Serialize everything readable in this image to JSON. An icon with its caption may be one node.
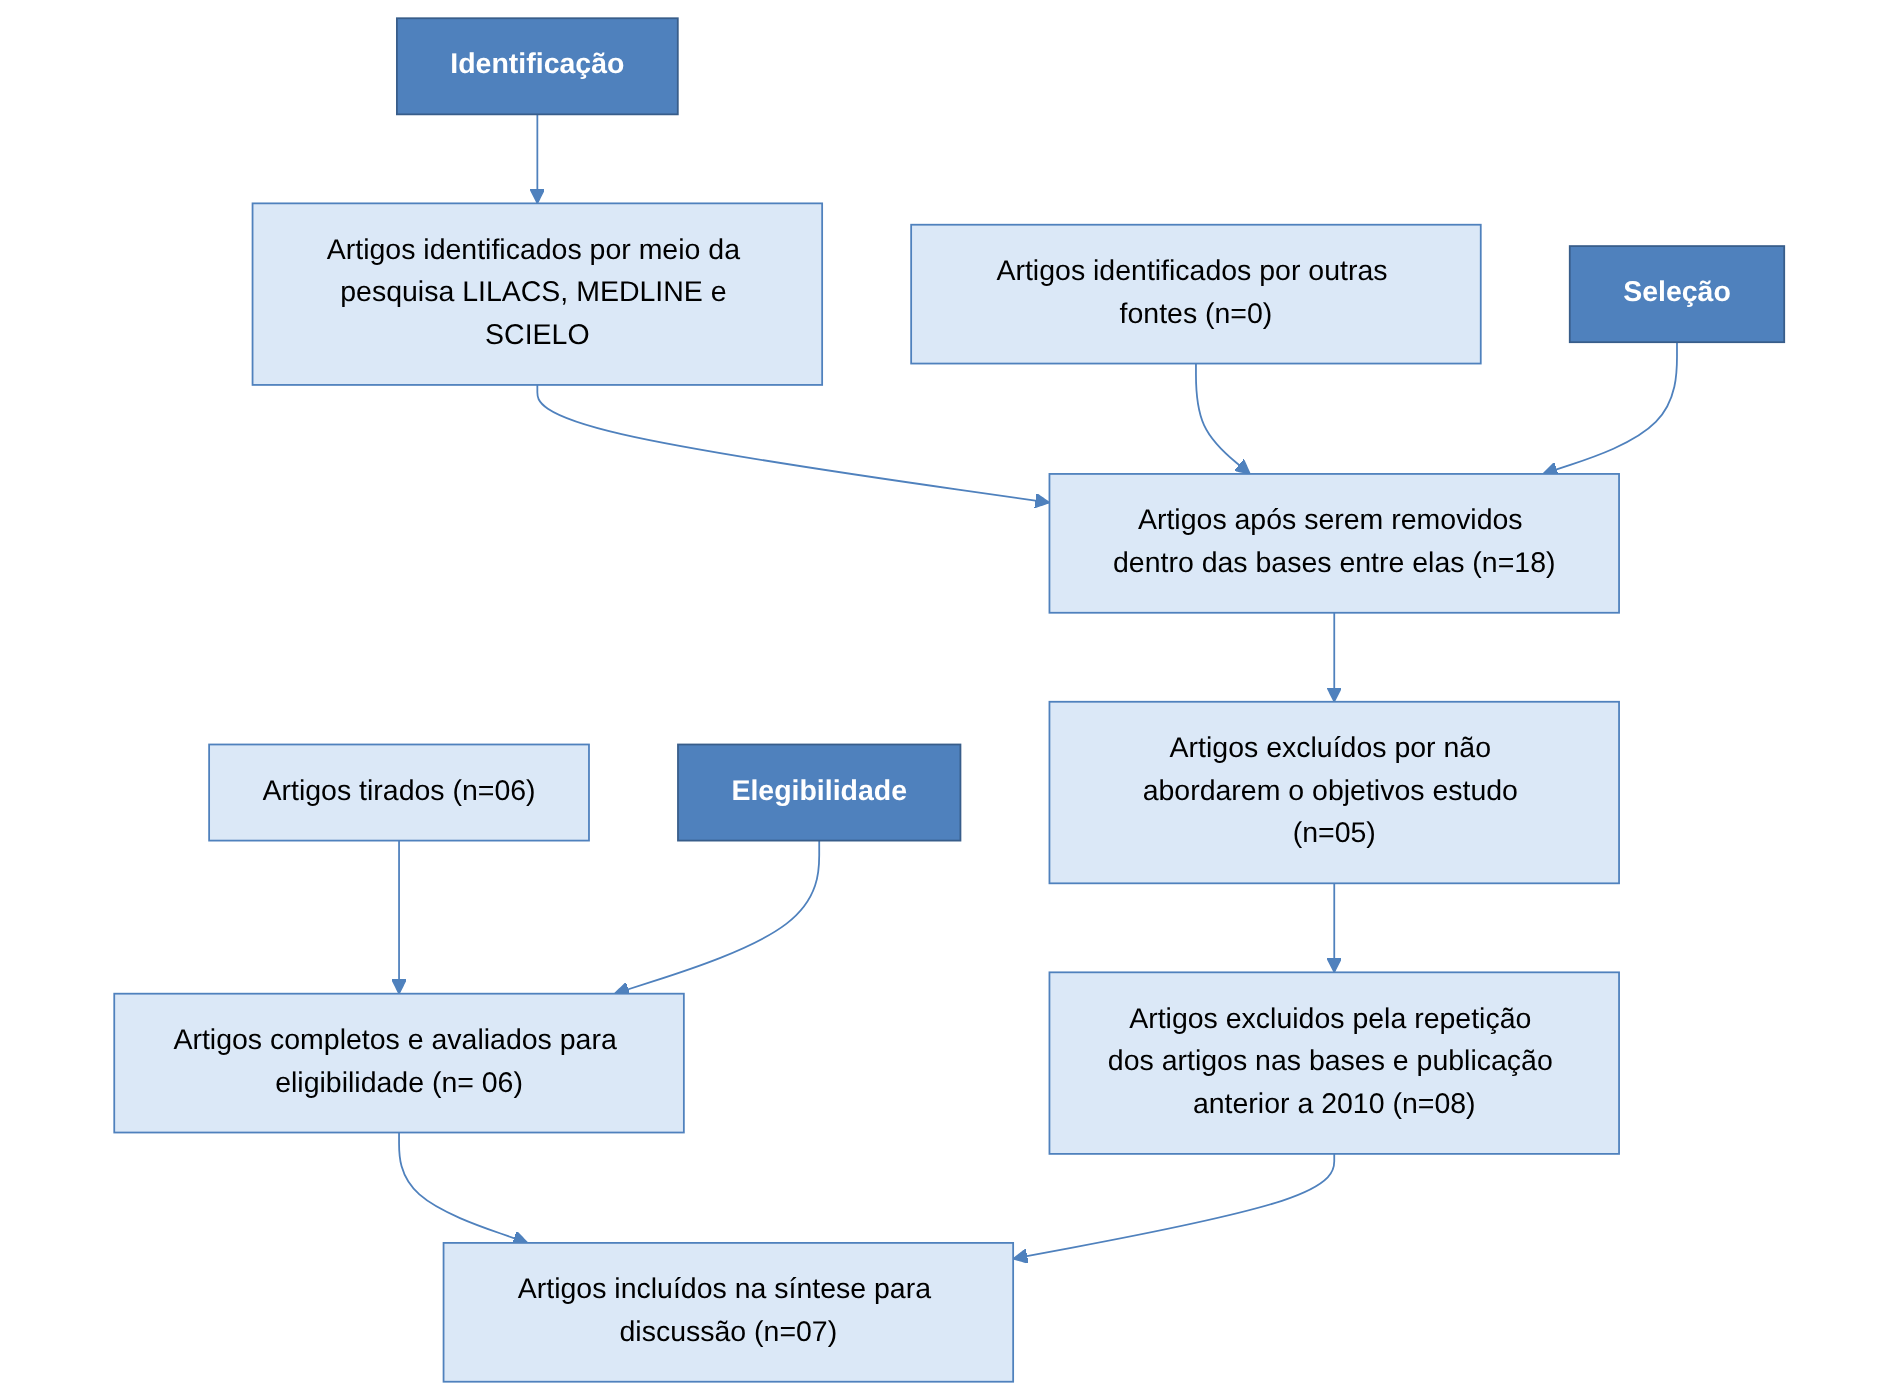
{
  "diagram": {
    "nodes": [
      {
        "text": [
          "Identificação"
        ]
      },
      {
        "text": [
          "Artigos identificados por meio da pesquisa LILACS, MEDLINE e SCIELO"
        ]
      },
      {
        "text": [
          "Artigos identificados por outras fontes (n=0)"
        ]
      },
      {
        "text": [
          "Artigos após serem removidos dentro das bases entre elas (n=18)"
        ]
      },
      {
        "text": [
          "Seleção"
        ]
      },
      {
        "text": [
          "Artigos tirados (n=06)"
        ]
      },
      {
        "text": [
          "Artigos excluídos por não abordarem o objetivos estudo (n=05)"
        ]
      },
      {
        "text": [
          "Elegibilidade"
        ]
      },
      {
        "text": [
          "Artigos completos e avaliados para eligibilidade (n= 06)"
        ]
      },
      {
        "text": [
          "Artigos excluidos pela repetição dos artigos nas bases e publicação anterior a 2010 (n=08)"
        ]
      },
      {
        "text": [
          "Artigos incluídos na síntese para discussão (n=07)"
        ]
      }
    ],
    "edges": [
      {
        "from": 0,
        "to": 1,
        "arrow": "to"
      },
      {
        "from": 1,
        "to": 3,
        "arrow": "to"
      },
      {
        "from": 2,
        "to": 3,
        "arrow": "to"
      },
      {
        "from": 4,
        "to": 3,
        "arrow": "to"
      },
      {
        "from": 3,
        "to": 6,
        "arrow": "to"
      },
      {
        "from": 5,
        "to": 8,
        "arrow": "to"
      },
      {
        "from": 6,
        "to": 9,
        "arrow": "to"
      },
      {
        "from": 7,
        "to": 8,
        "arrow": "to"
      },
      {
        "from": 8,
        "to": 10,
        "arrow": "to"
      },
      {
        "from": 9,
        "to": 10,
        "arrow": "to"
      }
    ]
  }
}
